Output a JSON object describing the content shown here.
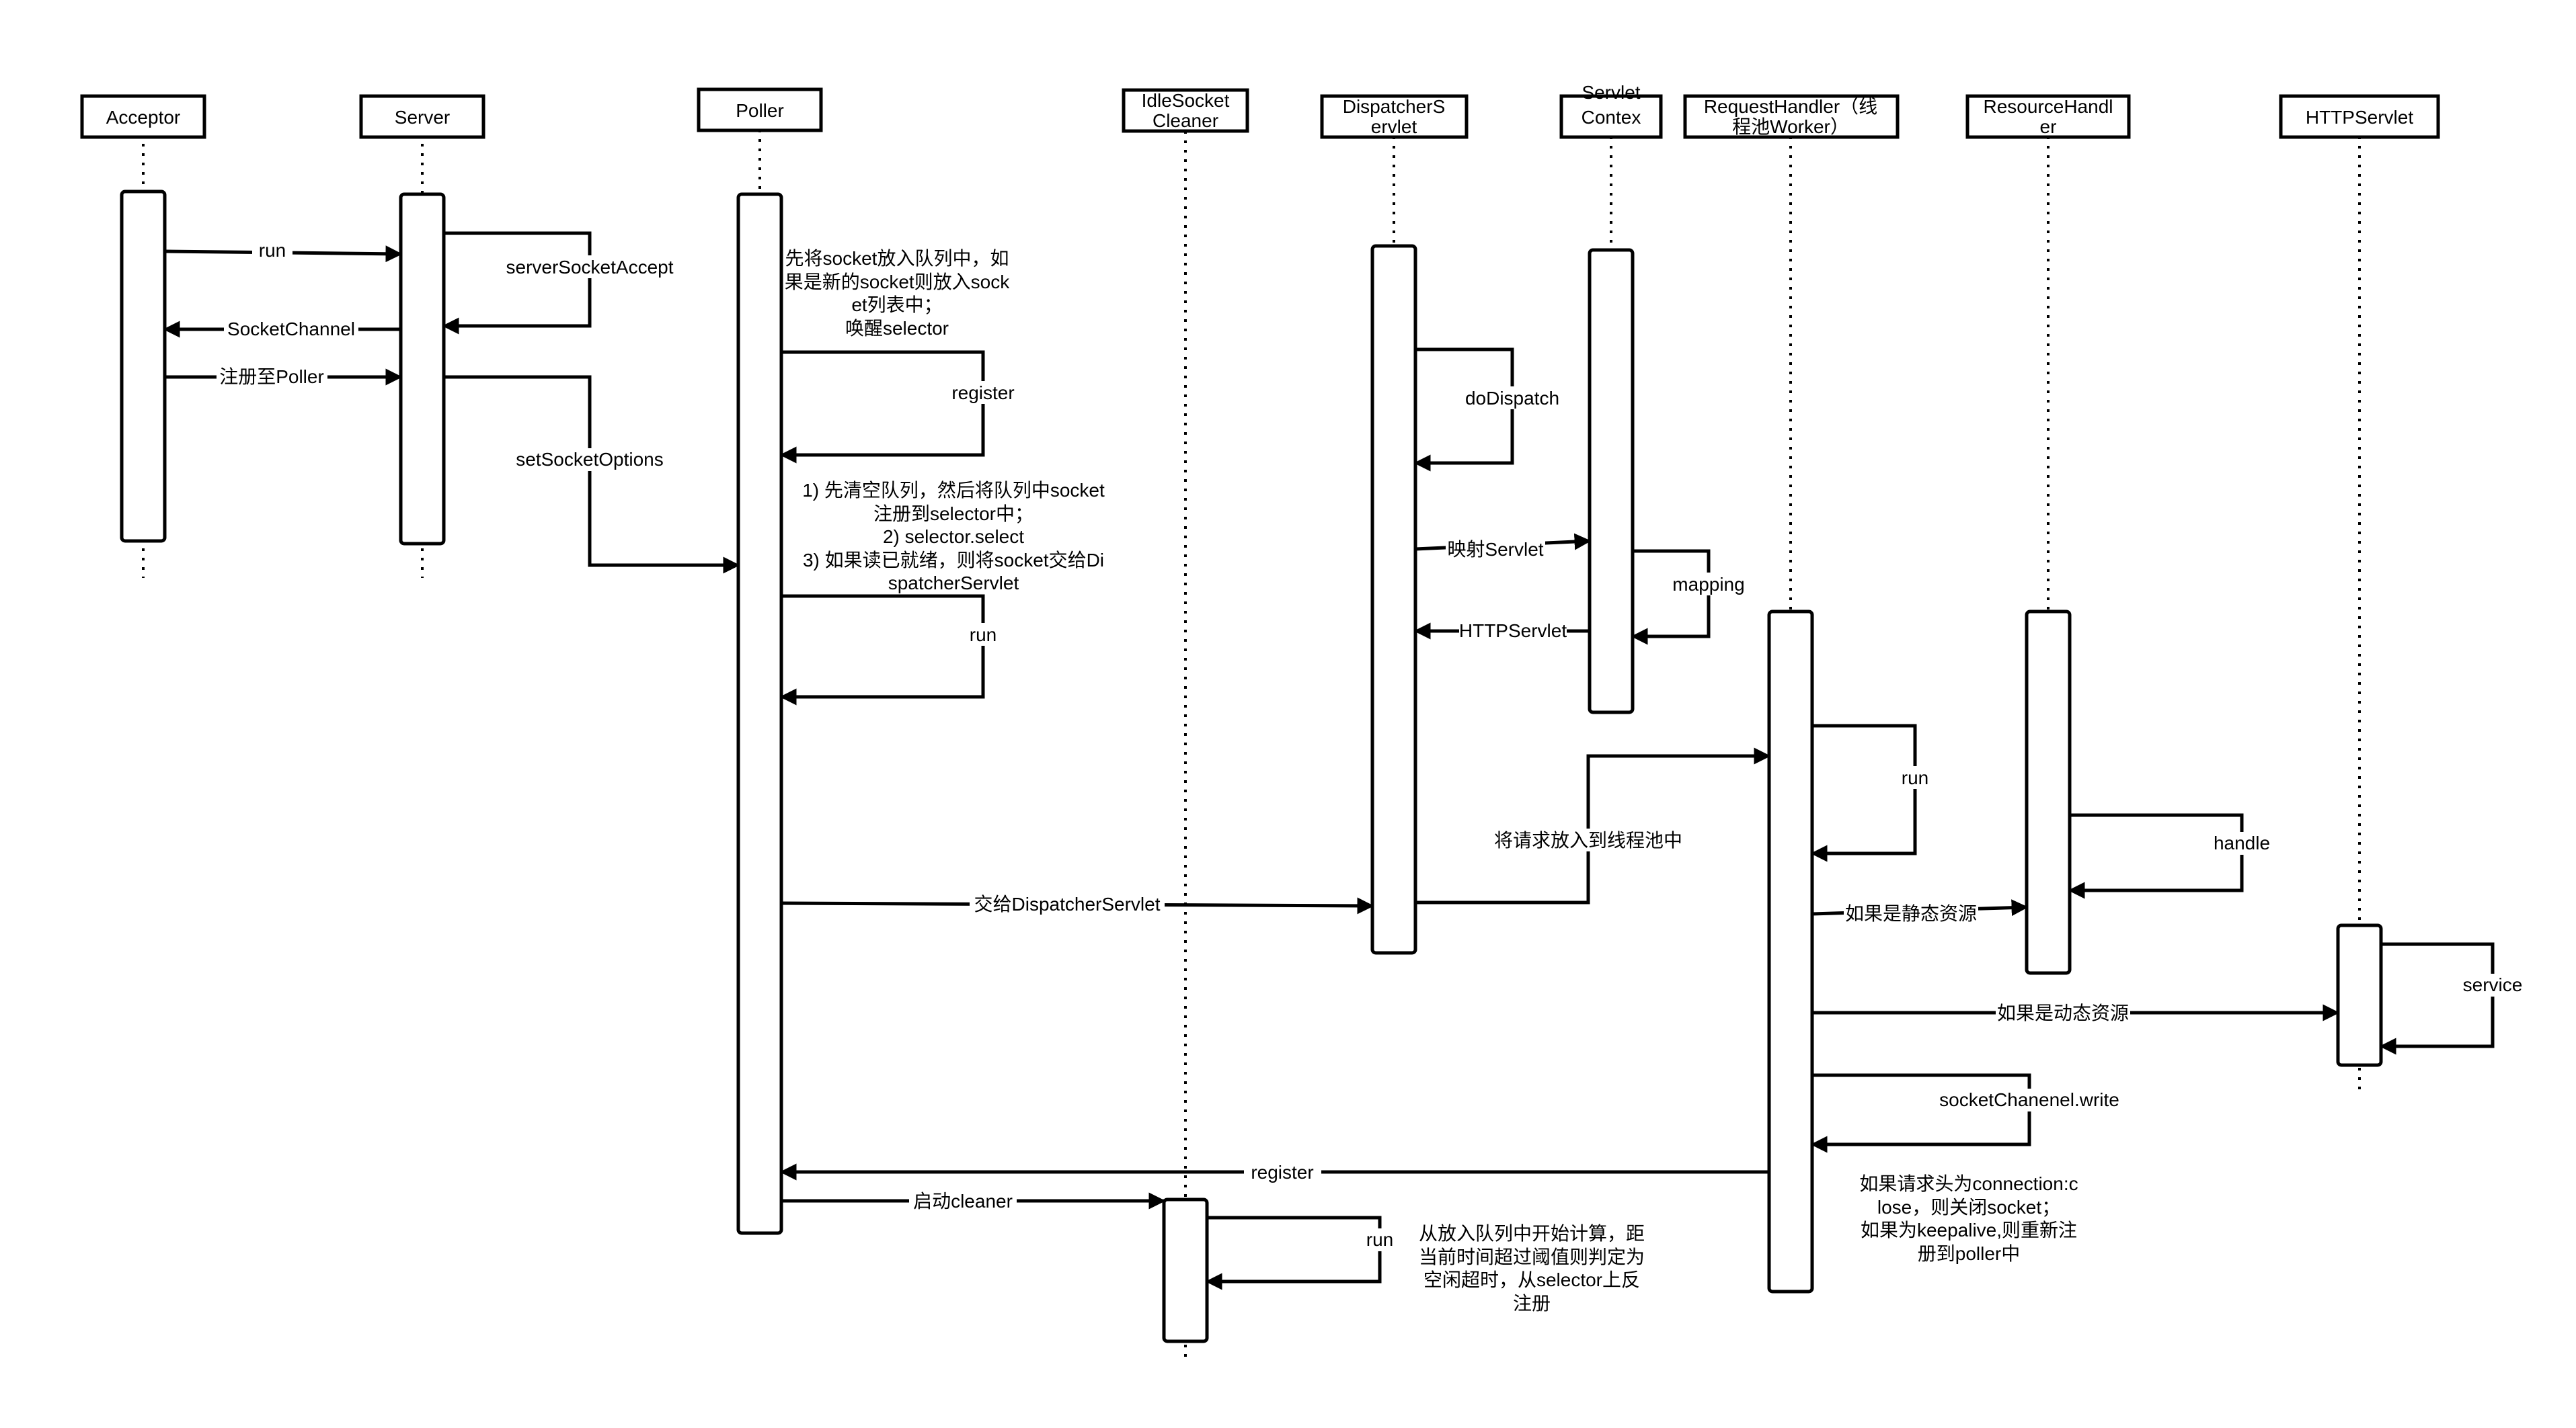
{
  "participants": [
    {
      "id": "acceptor",
      "lines": [
        "Acceptor"
      ]
    },
    {
      "id": "server",
      "lines": [
        "Server"
      ]
    },
    {
      "id": "poller",
      "lines": [
        "Poller"
      ]
    },
    {
      "id": "idle",
      "lines": [
        "IdleSocket",
        "Cleaner"
      ]
    },
    {
      "id": "dispatcher",
      "lines": [
        "DispatcherS",
        "ervlet"
      ]
    },
    {
      "id": "context",
      "lines": [
        "Servlet",
        "Contex"
      ]
    },
    {
      "id": "request",
      "lines": [
        "RequestHandler（线",
        "程池Worker）"
      ]
    },
    {
      "id": "resource",
      "lines": [
        "ResourceHandl",
        "er"
      ]
    },
    {
      "id": "httpservlet",
      "lines": [
        "HTTPServlet"
      ]
    }
  ],
  "messages": [
    {
      "id": "acc-run",
      "text": "run"
    },
    {
      "id": "srv-accept",
      "text": "serverSocketAccept"
    },
    {
      "id": "socket-channel",
      "text": "SocketChannel"
    },
    {
      "id": "register-poller",
      "text": "注册至Poller"
    },
    {
      "id": "set-socket-options",
      "text": "setSocketOptions"
    },
    {
      "id": "poll-register",
      "text": "register"
    },
    {
      "id": "poll-run",
      "text": "run"
    },
    {
      "id": "do-dispatch",
      "text": "doDispatch"
    },
    {
      "id": "map-servlet",
      "text": "映射Servlet"
    },
    {
      "id": "mapping",
      "text": "mapping"
    },
    {
      "id": "http-servlet-ret",
      "text": "HTTPServlet"
    },
    {
      "id": "to-thread-pool",
      "text": "将请求放入到线程池中"
    },
    {
      "id": "rh-run",
      "text": "run"
    },
    {
      "id": "handle",
      "text": "handle"
    },
    {
      "id": "to-dispatcher",
      "text": "交给DispatcherServlet"
    },
    {
      "id": "static-res",
      "text": "如果是静态资源"
    },
    {
      "id": "service",
      "text": "service"
    },
    {
      "id": "dynamic-res",
      "text": "如果是动态资源"
    },
    {
      "id": "socket-write",
      "text": "socketChanenel.write"
    },
    {
      "id": "re-register",
      "text": "register"
    },
    {
      "id": "start-cleaner",
      "text": "启动cleaner"
    },
    {
      "id": "cleaner-run",
      "text": "run"
    }
  ],
  "notes": [
    {
      "id": "note-poller-register",
      "lines": [
        "先将socket放入队列中，如",
        "果是新的socket则放入sock",
        "et列表中；",
        "唤醒selector"
      ]
    },
    {
      "id": "note-poller-run",
      "lines": [
        "1) 先清空队列，然后将队列中socket",
        "注册到selector中；",
        "2) selector.select",
        "3) 如果读已就绪，则将socket交给Di",
        "spatcherServlet"
      ]
    },
    {
      "id": "note-connection",
      "lines": [
        "如果请求头为connection:c",
        "lose，则关闭socket；",
        "如果为keepalive,则重新注",
        "册到poller中"
      ]
    },
    {
      "id": "note-cleaner",
      "lines": [
        "从放入队列中开始计算，距",
        "当前时间超过阈值则判定为",
        "空闲超时，从selector上反",
        "注册"
      ]
    }
  ]
}
